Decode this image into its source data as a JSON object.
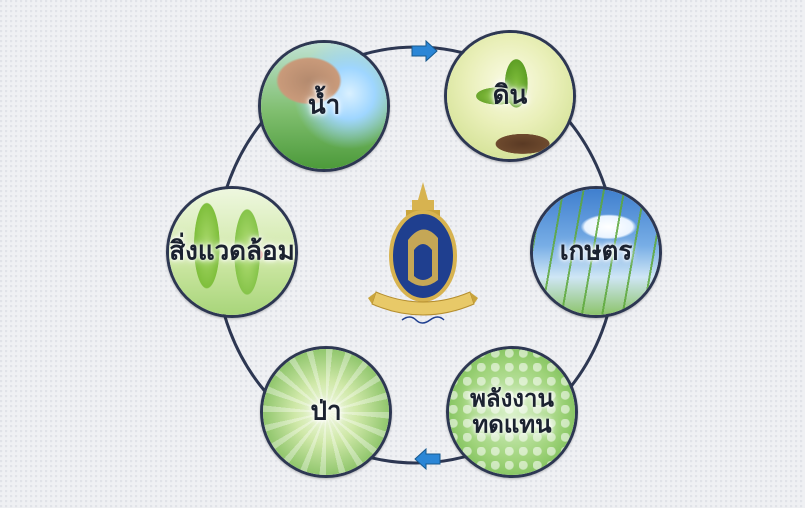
{
  "diagram": {
    "nodes": [
      {
        "id": "water",
        "lines": [
          "น้ำ"
        ]
      },
      {
        "id": "soil",
        "lines": [
          "ดิน"
        ]
      },
      {
        "id": "agri",
        "lines": [
          "เกษตร"
        ]
      },
      {
        "id": "energy",
        "lines": [
          "พลังงาน",
          "ทดแทน"
        ]
      },
      {
        "id": "forest",
        "lines": [
          "ป่า"
        ]
      },
      {
        "id": "env",
        "lines": [
          "สิ่งแวดล้อม"
        ]
      }
    ],
    "colors": {
      "ring": "#2d3752",
      "arrow": "#2b86d6",
      "emblem_blue": "#1f3f8f",
      "emblem_gold": "#d7b350"
    },
    "icons": [
      "arrow-right-icon",
      "arrow-left-icon",
      "royal-emblem"
    ]
  }
}
